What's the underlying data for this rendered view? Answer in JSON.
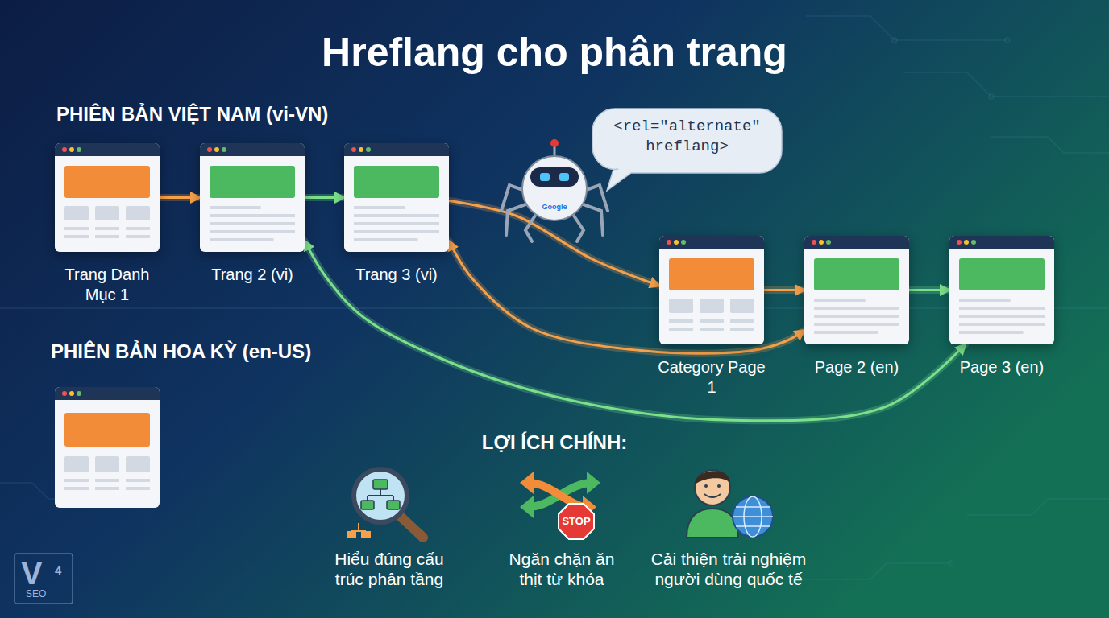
{
  "diagram": {
    "title": "Hreflang cho phân trang",
    "nodes": [
      {
        "text": [
          "Trang Danh Mục 1"
        ]
      },
      {
        "text": [
          "Trang 2 (vi)"
        ]
      },
      {
        "text": [
          "Trang 3 (vi)"
        ]
      },
      {
        "text": [
          "<rel=\"alternate\" hreflang>"
        ]
      },
      {
        "text": [
          "Category Page 1"
        ]
      },
      {
        "text": [
          "Page 2 (en)"
        ]
      },
      {
        "text": [
          "Page 3 (en)"
        ]
      }
    ],
    "edges": [
      {
        "from": 0,
        "to": 1,
        "arrow": "to"
      },
      {
        "from": 1,
        "to": 2,
        "arrow": "to"
      },
      {
        "from": 2,
        "to": 4,
        "arrow": "to"
      },
      {
        "from": 2,
        "to": 5,
        "arrow": "both"
      },
      {
        "from": 1,
        "to": 6,
        "arrow": "both"
      },
      {
        "from": 4,
        "to": 5,
        "arrow": "to"
      },
      {
        "from": 5,
        "to": 6,
        "arrow": "to"
      }
    ],
    "labels": [
      "Google",
      "PHIÊN BẢN VIỆT NAM (vi-VN)",
      "PHIÊN BẢN HOA KỲ (en-US)",
      "LỢI ÍCH CHÍNH:",
      "Hiểu đúng cấu trúc phân tầng",
      "Ngăn chặn ăn thịt từ khóa",
      "Cải thiện trải nghiệm người dùng quốc tế",
      "STOP",
      "V",
      "4",
      "SEO"
    ]
  }
}
